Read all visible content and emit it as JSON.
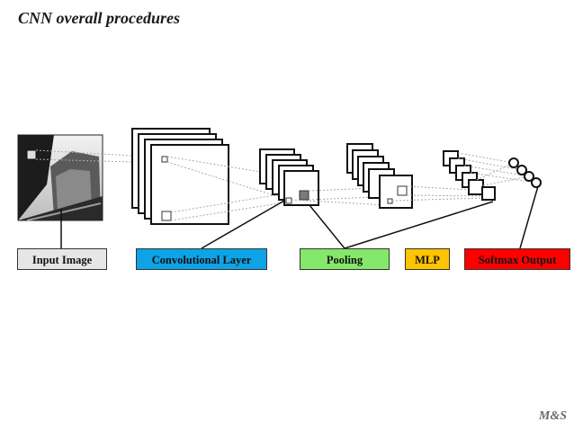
{
  "title": "CNN overall procedures",
  "labels": {
    "input": "Input Image",
    "conv": "Convolutional Layer",
    "pooling": "Pooling",
    "mlp": "MLP",
    "softmax": "Softmax Output"
  },
  "colors": {
    "input": "#e6e6e6",
    "conv": "#0ea3e6",
    "pooling": "#84e86a",
    "mlp": "#ffc400",
    "softmax": "#ff0000"
  },
  "watermark": "M&S"
}
